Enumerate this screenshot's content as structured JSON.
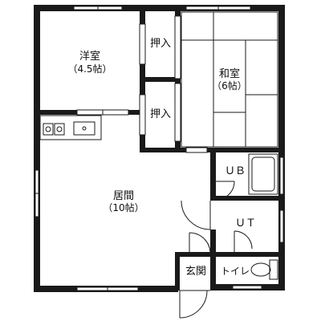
{
  "rooms": {
    "western_room": {
      "name": "洋室",
      "size": "（4.5帖）"
    },
    "closet_upper": {
      "name": "押入"
    },
    "closet_lower": {
      "name": "押入"
    },
    "japanese_room": {
      "name": "和室",
      "size": "（6帖）"
    },
    "living_room": {
      "name": "居間",
      "size": "（10帖）"
    },
    "bath": {
      "name": "ＵＢ"
    },
    "utility": {
      "name": "ＵＴ"
    },
    "entrance": {
      "name": "玄関"
    },
    "toilet": {
      "name": "トイレ"
    }
  },
  "colors": {
    "wall": "#1a1a1a",
    "background": "#ffffff"
  }
}
